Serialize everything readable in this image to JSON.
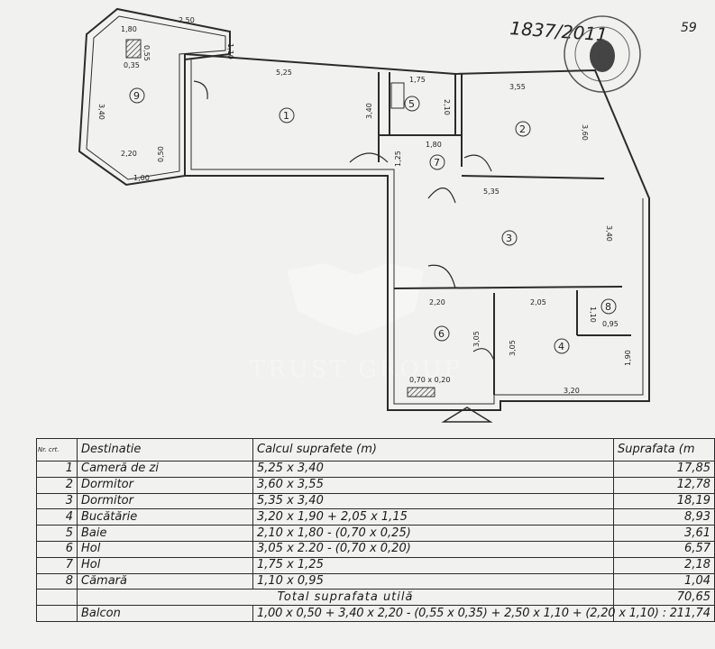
{
  "plan": {
    "reference_number": "1837/2011",
    "corner_mark": "59",
    "watermark": "TRUST GROUP",
    "rooms": [
      {
        "label": "1"
      },
      {
        "label": "2"
      },
      {
        "label": "3"
      },
      {
        "label": "4"
      },
      {
        "label": "5"
      },
      {
        "label": "6"
      },
      {
        "label": "7"
      },
      {
        "label": "8"
      },
      {
        "label": "9"
      }
    ],
    "dimensions": {
      "balcony_top": "2,50",
      "balcony_top_left": "1,80",
      "balcony_top_right": "1,10",
      "balcony_left": "3,40",
      "balcony_bottom": "2,20",
      "balcony_bottom_small": "1,00",
      "balcony_side_small": "0,50",
      "chimney_w": "0,35",
      "chimney_h": "0,55",
      "r1_top": "5,25",
      "r1_side": "3,40",
      "r5_top": "1,75",
      "r5_side": "2,10",
      "r7_top": "1,80",
      "r7_side": "1,25",
      "r2_top": "3,55",
      "r2_side": "3,60",
      "r3_top": "5,35",
      "r3_side": "3,40",
      "r6_top": "2,20",
      "r6_side": "3,05",
      "r4_side": "3,05",
      "r4_top": "2,05",
      "r8_side": "1,10",
      "r8_bottom": "0,95",
      "r4_right": "1,90",
      "r4_bottom": "3,20",
      "r6_niche": "0,70 x 0,20"
    }
  },
  "table": {
    "headers": {
      "nr": "Nr. crt.",
      "destination": "Destinatie",
      "calc": "Calcul suprafete (m)",
      "area": "Suprafata (m"
    },
    "rows": [
      {
        "nr": "1",
        "name": "Cameră de zi",
        "calc": "5,25 x 3,40",
        "area": "17,85"
      },
      {
        "nr": "2",
        "name": "Dormitor",
        "calc": "3,60 x 3,55",
        "area": "12,78"
      },
      {
        "nr": "3",
        "name": "Dormitor",
        "calc": "5,35 x 3,40",
        "area": "18,19"
      },
      {
        "nr": "4",
        "name": "Bucătărie",
        "calc": "3,20 x 1,90 + 2,05 x 1,15",
        "area": "8,93"
      },
      {
        "nr": "5",
        "name": "Baie",
        "calc": "2,10 x 1,80 - (0,70 x 0,25)",
        "area": "3,61"
      },
      {
        "nr": "6",
        "name": "Hol",
        "calc": "3,05 x 2.20 - (0,70 x 0,20)",
        "area": "6,57"
      },
      {
        "nr": "7",
        "name": "Hol",
        "calc": "1,75 x 1,25",
        "area": "2,18"
      },
      {
        "nr": "8",
        "name": "Cămară",
        "calc": "1,10 x 0,95",
        "area": "1,04"
      }
    ],
    "total_label": "Total suprafata utilă",
    "total_value": "70,65",
    "balcony": {
      "name": "Balcon",
      "calc": "1,00 x 0,50 + 3,40 x 2,20 - (0,55 x 0,35) + 2,50 x 1,10 + (2,20 x 1,10) : 2",
      "area": "11,74"
    }
  }
}
